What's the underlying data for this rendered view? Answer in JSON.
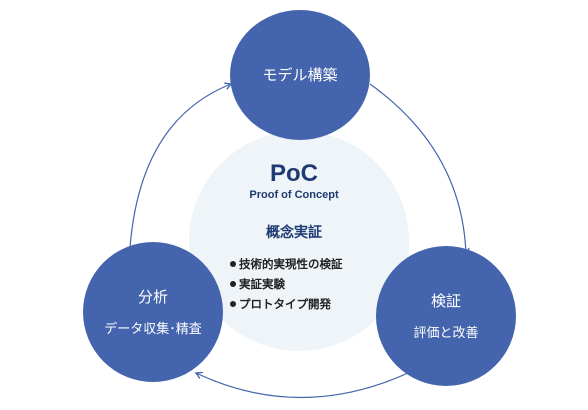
{
  "colors": {
    "node_fill": "#4465ad",
    "center_fill": "#eef4f8",
    "arrow": "#4465ad",
    "title_text": "#1f3b73",
    "body_text": "#222222"
  },
  "nodes": {
    "model": {
      "title": "モデル構築"
    },
    "analysis": {
      "title": "分析",
      "sub": "データ収集･精査"
    },
    "verify": {
      "title": "検証",
      "sub": "評価と改善"
    }
  },
  "center": {
    "title": "PoC",
    "subtitle": "Proof of Concept",
    "heading": "概念実証",
    "bullets": [
      "技術的実現性の検証",
      "実証実験",
      "プロトタイプ開発"
    ]
  },
  "icons": [
    "arrow-model-to-verify",
    "arrow-verify-to-analysis",
    "arrow-analysis-to-model",
    "bullet-dot"
  ]
}
